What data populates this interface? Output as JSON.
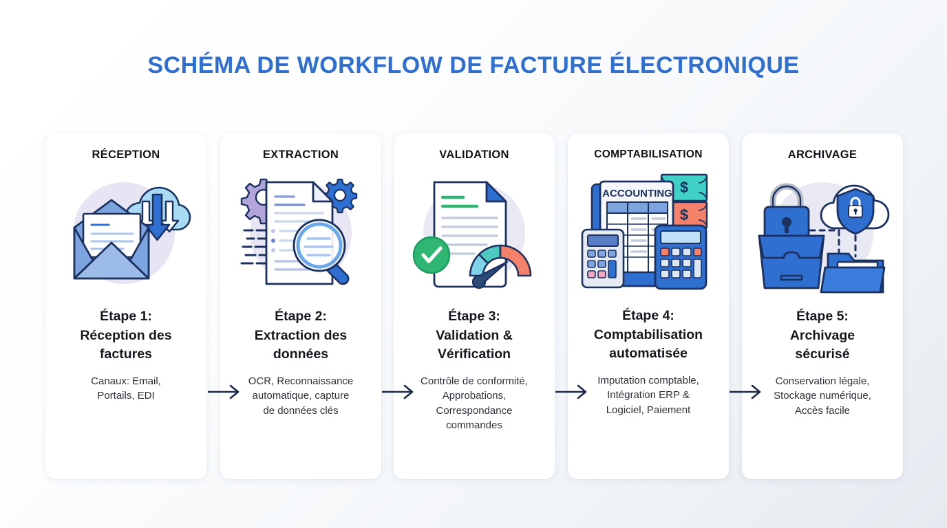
{
  "page": {
    "title": "SCHÉMA DE WORKFLOW DE FACTURE ÉLECTRONIQUE",
    "title_color": "#2f6fd0",
    "background": "light blue-gray gradient"
  },
  "flow": {
    "arrow_color": "#1b2a4a",
    "arrow_count": 4,
    "steps": [
      {
        "header": "RÉCEPTION",
        "title": "Étape 1:\nRéception des\nfactures",
        "description": "Canaux: Email,\nPortails, EDI",
        "icon": "envelope-cloud-download-icon",
        "icon_parts": [
          "open-envelope",
          "letter-document",
          "cloud",
          "download-arrow-large",
          "download-arrow-small-left",
          "download-arrow-small-right"
        ],
        "accent": "#4a7fd4"
      },
      {
        "header": "EXTRACTION",
        "title": "Étape 2:\nExtraction des\ndonnées",
        "description": "OCR, Reconnaissance\nautomatique, capture\nde données clés",
        "icon": "document-magnifier-gears-icon",
        "icon_parts": [
          "document",
          "gear-purple",
          "gear-blue",
          "magnifying-glass",
          "data-lines"
        ],
        "accent": "#2f6fd0"
      },
      {
        "header": "VALIDATION",
        "title": "Étape 3:\nValidation &\nVérification",
        "description": "Contrôle de conformité,\nApprobations,\nCorrespondance\ncommandes",
        "icon": "document-check-gauge-icon",
        "icon_parts": [
          "document",
          "check-circle-green",
          "gauge-meter",
          "needle"
        ],
        "accent": "#34b27b"
      },
      {
        "header": "COMPTABILISATION",
        "title": "Étape 4:\nComptabilisation\nautomatisée",
        "description": "Imputation comptable,\nIntégration ERP &\nLogiciel, Paiement",
        "icon": "accounting-ledger-calculators-icon",
        "icon_label": "ACCOUNTING",
        "icon_parts": [
          "ledger-sheet",
          "calculator-left",
          "calculator-right",
          "banknote-teal",
          "banknote-red",
          "dollar-sign"
        ],
        "accent": "#2f6fd0"
      },
      {
        "header": "ARCHIVAGE",
        "title": "Étape 5:\nArchivage\nsécurisé",
        "description": "Conservation légale,\nStockage numérique,\nAccès facile",
        "icon": "padlock-cloud-shield-archive-icon",
        "icon_parts": [
          "padlock",
          "cloud",
          "shield-lock",
          "file-tray",
          "folder",
          "dashed-connectors"
        ],
        "accent": "#2f6fd0"
      }
    ]
  },
  "palette": {
    "title_blue": "#2f6fd0",
    "card_white": "#ffffff",
    "icon_navy": "#1b3160",
    "icon_blue": "#2f6fd0",
    "icon_light_blue": "#a8c4ef",
    "icon_pale_blue": "#d7e4f8",
    "icon_lavender_circle": "#e6e4f2",
    "green": "#2fb673",
    "teal": "#4ec9c0",
    "salmon": "#f4816a",
    "purple": "#b1a5d9",
    "text_dark": "#15191e"
  }
}
